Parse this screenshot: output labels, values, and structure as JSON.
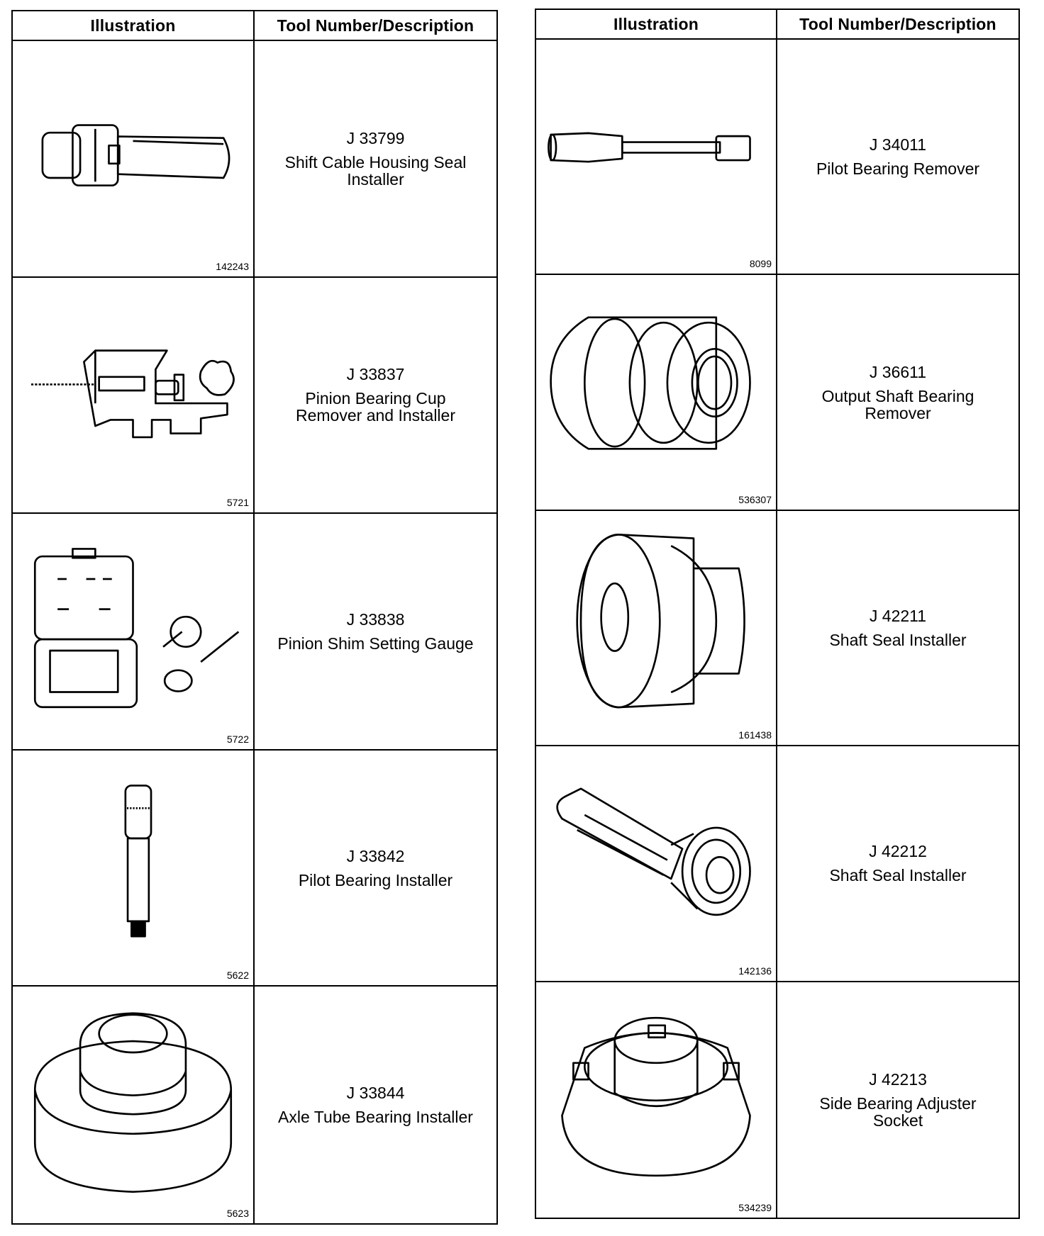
{
  "headers": {
    "illustration": "Illustration",
    "description": "Tool Number/Description"
  },
  "left": [
    {
      "number": "J 33799",
      "description": "Shift Cable Housing Seal\nInstaller",
      "fig": "142243",
      "icon": "seal-installer-icon"
    },
    {
      "number": "J 33837",
      "description": "Pinion Bearing Cup\nRemover and Installer",
      "fig": "5721",
      "icon": "bearing-cup-tool-icon"
    },
    {
      "number": "J 33838",
      "description": "Pinion Shim Setting Gauge",
      "fig": "5722",
      "icon": "gauge-kit-case-icon"
    },
    {
      "number": "J 33842",
      "description": "Pilot Bearing Installer",
      "fig": "5622",
      "icon": "pilot-installer-icon"
    },
    {
      "number": "J 33844",
      "description": "Axle Tube Bearing Installer",
      "fig": "5623",
      "icon": "stepped-disc-installer-icon"
    }
  ],
  "right": [
    {
      "number": "J 34011",
      "description": "Pilot Bearing Remover",
      "fig": "8099",
      "icon": "pilot-remover-icon"
    },
    {
      "number": "J 36611",
      "description": "Output Shaft Bearing\nRemover",
      "fig": "536307",
      "icon": "bearing-remover-cylinder-icon"
    },
    {
      "number": "J 42211",
      "description": "Shaft Seal Installer",
      "fig": "161438",
      "icon": "shaft-seal-installer-icon"
    },
    {
      "number": "J 42212",
      "description": "Shaft Seal Installer",
      "fig": "142136",
      "icon": "slotted-seal-installer-icon"
    },
    {
      "number": "J 42213",
      "description": "Side Bearing Adjuster\nSocket",
      "fig": "534239",
      "icon": "adjuster-socket-icon"
    }
  ]
}
